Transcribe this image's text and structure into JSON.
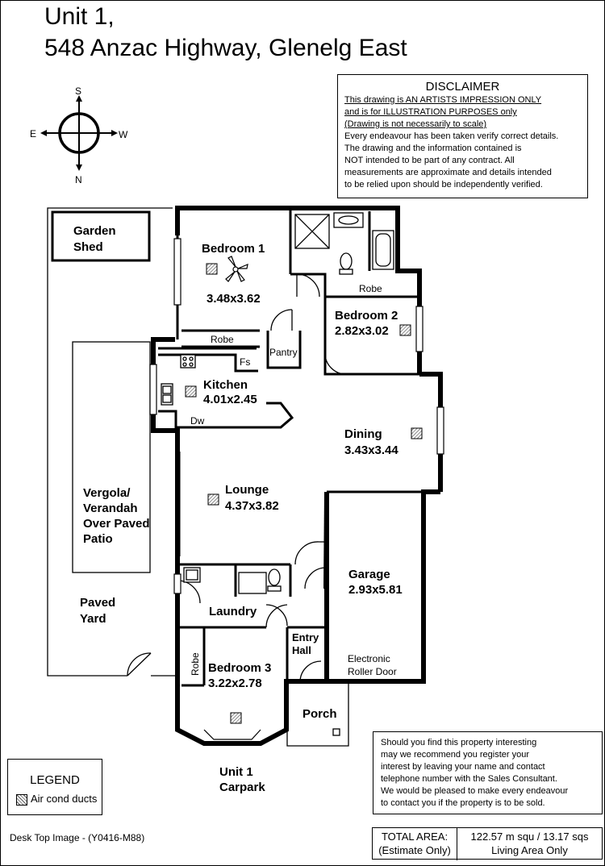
{
  "header": {
    "line1": "Unit 1,",
    "line2": "548 Anzac Highway, Glenelg East"
  },
  "compass": {
    "s": "S",
    "e": "E",
    "w": "W",
    "n": "N"
  },
  "disclaimer": {
    "heading": "DISCLAIMER",
    "underlined": [
      "This drawing is AN ARTISTS IMPRESSION ONLY",
      "and is for ILLUSTRATION PURPOSES only",
      "(Drawing is not necessarily to scale)"
    ],
    "body": [
      "Every endeavour has been taken verify correct details.",
      "The drawing and the information contained is",
      "NOT intended to be part of any contract.  All",
      "measurements are approximate and details intended",
      "to be relied upon should be independently verified."
    ]
  },
  "rooms": {
    "garden_shed": [
      "Garden",
      "Shed"
    ],
    "bedroom1": {
      "name": "Bedroom 1",
      "size": "3.48x3.62"
    },
    "robe_bed1": "Robe",
    "bedroom2": {
      "name": "Bedroom 2",
      "size": "2.82x3.02"
    },
    "robe_bed2": "Robe",
    "pantry": "Pantry",
    "fs": "Fs",
    "kitchen": {
      "name": "Kitchen",
      "size": "4.01x2.45"
    },
    "dw": "Dw",
    "dining": {
      "name": "Dining",
      "size": "3.43x3.44"
    },
    "lounge": {
      "name": "Lounge",
      "size": "4.37x3.82"
    },
    "vergola": [
      "Vergola/",
      "Verandah",
      "Over Paved",
      "Patio"
    ],
    "garage": {
      "name": "Garage",
      "size": "2.93x5.81"
    },
    "laundry": "Laundry",
    "paved_yard": [
      "Paved",
      "Yard"
    ],
    "entry_hall": [
      "Entry",
      "Hall"
    ],
    "roller_door": [
      "Electronic",
      "Roller Door"
    ],
    "bedroom3": {
      "name": "Bedroom 3",
      "size": "3.22x2.78"
    },
    "robe_bed3": "Robe",
    "porch": "Porch",
    "carpark": [
      "Unit 1",
      "Carpark"
    ]
  },
  "interest": [
    "Should you find this property interesting",
    "may we recommend you register your",
    "interest by leaving your name and contact",
    "telephone number with the Sales Consultant.",
    "We would be pleased to make every endeavour",
    "to contact you if the property is to be sold."
  ],
  "legend": {
    "heading": "LEGEND",
    "item": "Air cond ducts"
  },
  "total_area": {
    "label1": "TOTAL AREA:",
    "label2": "(Estimate Only)",
    "value1": "122.57 m squ /  13.17 sqs",
    "value2": "Living Area Only"
  },
  "footer": "Desk Top Image - (Y0416-M88)"
}
